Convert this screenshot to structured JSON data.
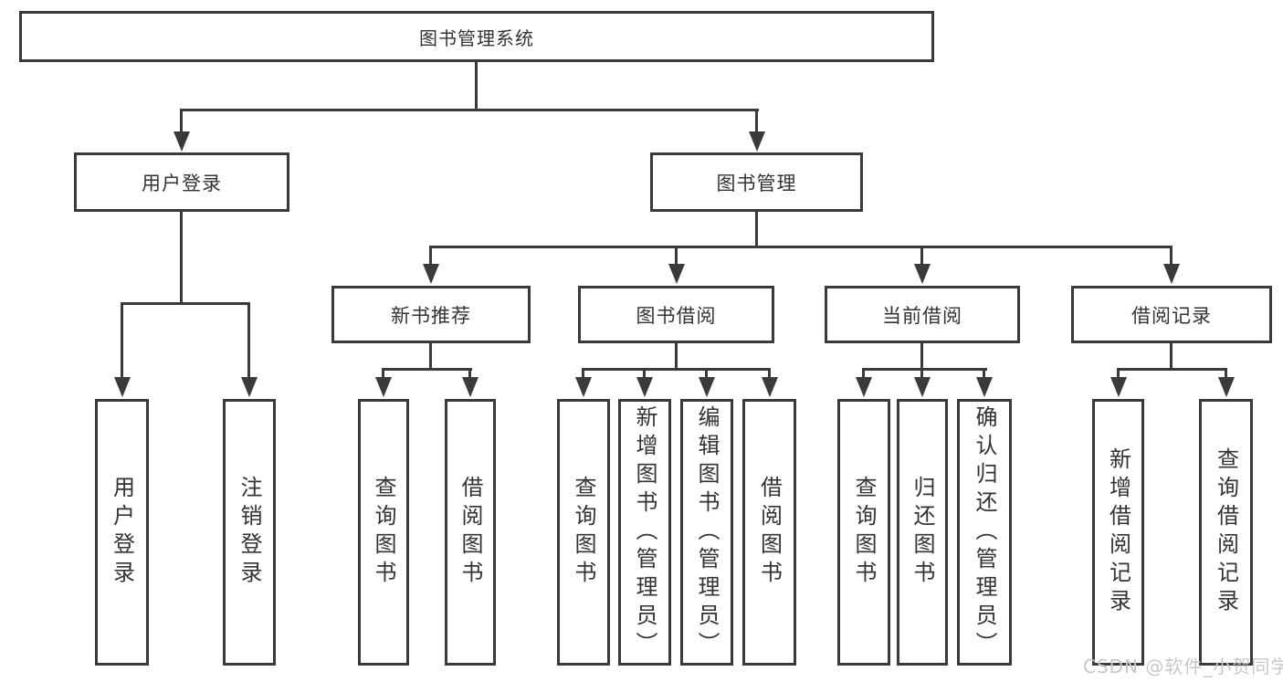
{
  "diagram_title": "图书管理系统",
  "nodes": {
    "root": {
      "label": "图书管理系统"
    },
    "user_login": {
      "label": "用户登录"
    },
    "book_management": {
      "label": "图书管理"
    },
    "new_book_recommend": {
      "label": "新书推荐"
    },
    "book_borrowing": {
      "label": "图书借阅"
    },
    "current_borrowing": {
      "label": "当前借阅"
    },
    "borrowing_records": {
      "label": "借阅记录"
    },
    "leaf_user_login": {
      "label": "用户登录"
    },
    "leaf_logout": {
      "label": "注销登录"
    },
    "leaf_query_books_recommend": {
      "label": "查询图书"
    },
    "leaf_borrow_books_recommend": {
      "label": "借阅图书"
    },
    "leaf_query_books_borrowing": {
      "label": "查询图书"
    },
    "leaf_add_books_admin": {
      "label": "新增图书（管理员）"
    },
    "leaf_edit_books_admin": {
      "label": "编辑图书（管理员）"
    },
    "leaf_borrow_books_borrowing": {
      "label": "借阅图书"
    },
    "leaf_query_books_current": {
      "label": "查询图书"
    },
    "leaf_return_books": {
      "label": "归还图书"
    },
    "leaf_confirm_return_admin": {
      "label": "确认归还（管理员）"
    },
    "leaf_add_borrow_record": {
      "label": "新增借阅记录"
    },
    "leaf_query_borrow_record": {
      "label": "查询借阅记录"
    }
  },
  "hierarchy": [
    {
      "parent": "图书管理系统",
      "children": [
        "用户登录",
        "图书管理"
      ]
    },
    {
      "parent": "用户登录",
      "children": [
        "用户登录",
        "注销登录"
      ]
    },
    {
      "parent": "图书管理",
      "children": [
        "新书推荐",
        "图书借阅",
        "当前借阅",
        "借阅记录"
      ]
    },
    {
      "parent": "新书推荐",
      "children": [
        "查询图书",
        "借阅图书"
      ]
    },
    {
      "parent": "图书借阅",
      "children": [
        "查询图书",
        "新增图书（管理员）",
        "编辑图书（管理员）",
        "借阅图书"
      ]
    },
    {
      "parent": "当前借阅",
      "children": [
        "查询图书",
        "归还图书",
        "确认归还（管理员）"
      ]
    },
    {
      "parent": "借阅记录",
      "children": [
        "新增借阅记录",
        "查询借阅记录"
      ]
    }
  ],
  "watermark": {
    "text": "CSDN @软件_小贺同学",
    "color": "#c8c8c8"
  },
  "colors": {
    "line": "#3a3a3a",
    "box_border": "#3a3a3a",
    "text": "#333333",
    "background": "#ffffff"
  }
}
